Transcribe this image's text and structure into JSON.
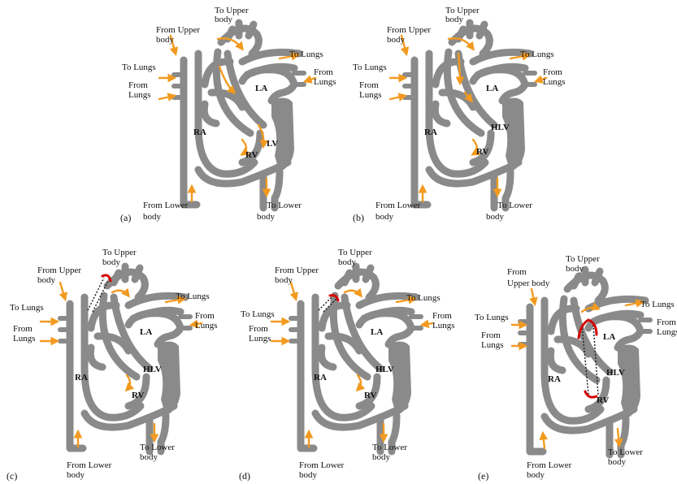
{
  "panels": [
    {
      "id": "a",
      "tag": "(a)",
      "labels": {
        "from_upper_body": [
          "From Upper",
          "body"
        ],
        "to_upper_body": [
          "To Upper",
          "body"
        ],
        "to_lungs_left": "To Lungs",
        "from_lungs_left": [
          "From",
          "Lungs"
        ],
        "to_lungs_right": "To Lungs",
        "from_lungs_right": [
          "From",
          "Lungs"
        ],
        "from_lower_body": [
          "From Lower",
          "body"
        ],
        "to_lower_body": [
          "To Lower",
          "body"
        ]
      },
      "chambers": [
        "RA",
        "LA",
        "RV",
        "LV"
      ]
    },
    {
      "id": "b",
      "tag": "(b)",
      "labels": {
        "from_upper_body": [
          "From Upper",
          "body"
        ],
        "to_upper_body": [
          "To Upper",
          "body"
        ],
        "to_lungs_left": "To Lungs",
        "from_lungs_left": [
          "From",
          "Lungs"
        ],
        "to_lungs_right": "To Lungs",
        "from_lungs_right": [
          "From",
          "Lungs"
        ],
        "from_lower_body": [
          "From Lower",
          "body"
        ],
        "to_lower_body": [
          "To Lower",
          "body"
        ]
      },
      "chambers": [
        "RA",
        "LA",
        "RV",
        "HLV"
      ]
    },
    {
      "id": "c",
      "tag": "(c)",
      "labels": {
        "from_upper_body": [
          "From Upper",
          "body"
        ],
        "to_upper_body": [
          "To Upper",
          "body"
        ],
        "to_lungs_left": "To Lungs",
        "from_lungs_left": [
          "From",
          "Lungs"
        ],
        "to_lungs_right": "To Lungs",
        "from_lungs_right": [
          "From",
          "Lungs"
        ],
        "from_lower_body": [
          "From Lower",
          "body"
        ],
        "to_lower_body": [
          "To Lower",
          "body"
        ]
      },
      "chambers": [
        "RA",
        "LA",
        "RV",
        "HLV"
      ]
    },
    {
      "id": "d",
      "tag": "(d)",
      "labels": {
        "from_upper_body": [
          "From Upper",
          "body"
        ],
        "to_upper_body": [
          "To Upper",
          "body"
        ],
        "to_lungs_left": "To Lungs",
        "from_lungs_left": [
          "From",
          "Lungs"
        ],
        "to_lungs_right": "To Lungs",
        "from_lungs_right": [
          "From",
          "Lungs"
        ],
        "from_lower_body": [
          "From Lower",
          "body"
        ],
        "to_lower_body": [
          "To Lower",
          "body"
        ]
      },
      "chambers": [
        "RA",
        "LA",
        "RV",
        "HLV"
      ]
    },
    {
      "id": "e",
      "tag": "(e)",
      "labels": {
        "from_upper_body": [
          "From",
          "Upper body"
        ],
        "to_upper_body": [
          "To Upper",
          "body"
        ],
        "to_lungs_left": "To Lungs",
        "from_lungs_left": [
          "From",
          "Lungs"
        ],
        "to_lungs_right": "To Lungs",
        "from_lungs_right": [
          "From",
          "Lungs"
        ],
        "from_lower_body": [
          "From Lower",
          "body"
        ],
        "to_lower_body": [
          "To Lower",
          "body"
        ]
      },
      "chambers": [
        "RA",
        "LA",
        "RV",
        "HLV"
      ]
    }
  ],
  "colors": {
    "vessel": "#8a8a8a",
    "flow_arrow": "#f29a1f",
    "shunt_highlight": "#d40000",
    "shunt_stripe": "#222222",
    "text": "#111111"
  }
}
